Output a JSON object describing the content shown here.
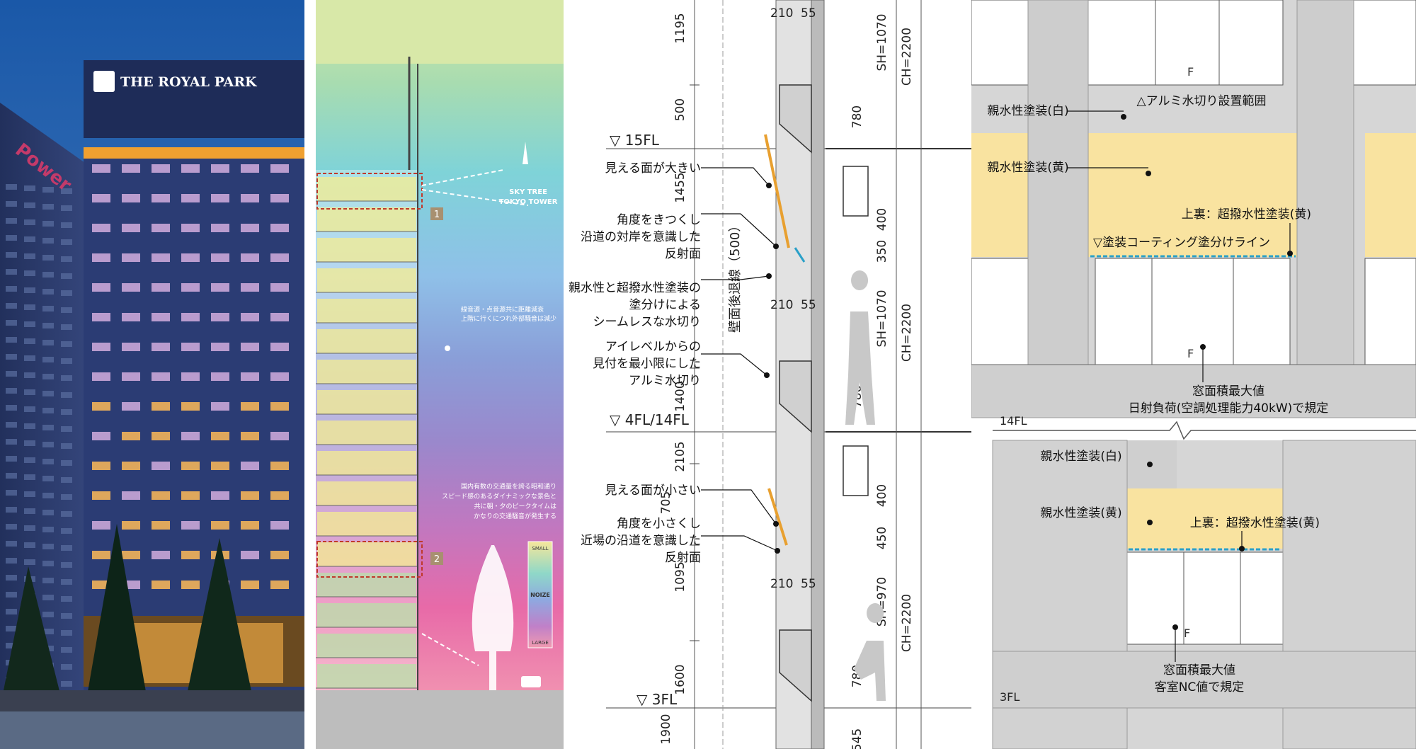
{
  "photo": {
    "sign_text": "THE ROYAL PARK",
    "side_sign": "Power"
  },
  "noise_diagram": {
    "marker_1": "1",
    "marker_2": "2",
    "skytree_lines": [
      "SKY TREE",
      "TOKYO TOWER"
    ],
    "note_mid_lines": [
      "線音源・点音源共に距離減衰",
      "上階に行くにつれ外部騒音は減少"
    ],
    "note_low_lines": [
      "国内有数の交通量を誇る昭和通り",
      "スピード感のあるダイナミックな景色と",
      "共に朝・夕のピークタイムは",
      "かなりの交通騒音が発生する"
    ],
    "legend": {
      "top": "SMALL",
      "mid": "NOIZE",
      "bottom": "LARGE"
    }
  },
  "section": {
    "floors": {
      "fl15": "▽ 15FL",
      "fl14": "▽ 4FL/14FL",
      "fl3": "▽ 3FL"
    },
    "dims_left": [
      "1195",
      "500",
      "1455",
      "1400",
      "2105",
      "705",
      "1095",
      "1600",
      "1900"
    ],
    "dims_top": [
      "210",
      "55",
      "210",
      "55",
      "210",
      "55"
    ],
    "dims_right": {
      "sh1": "SH=1070",
      "ch1": "CH=2200",
      "sh2": "SH=1070",
      "ch2": "CH=2200",
      "sh3": "SH=970",
      "ch3": "CH=2200"
    },
    "dims_right_vals": [
      "780",
      "400",
      "350",
      "780",
      "400",
      "450",
      "780",
      "545"
    ],
    "vertical_label": "壁面後退線（500）",
    "annotations": {
      "a1": "見える面が大きい",
      "a2_lines": [
        "角度をきつくし",
        "沿道の対岸を意識した",
        "反射面"
      ],
      "a3_lines": [
        "親水性と超撥水性塗装の",
        "塗分けによる",
        "シームレスな水切り"
      ],
      "a4_lines": [
        "アイレベルからの",
        "見付を最小限にした",
        "アルミ水切り"
      ],
      "a5": "見える面が小さい",
      "a6_lines": [
        "角度を小さくし",
        "近場の沿道を意識した",
        "反射面"
      ]
    }
  },
  "elevation": {
    "upper": {
      "label_range": "△アルミ水切り設置範囲",
      "white_paint": "親水性塗装(白)",
      "yellow_paint": "親水性塗装(黄)",
      "soffit": "上裏：超撥水性塗装(黄)",
      "coating_line": "▽塗装コーティング塗分けライン",
      "max_area_lines": [
        "窓面積最大値",
        "日射負荷(空調処理能力40kW)で規定"
      ],
      "floor": "14FL",
      "f_mark": "F"
    },
    "lower": {
      "white_paint": "親水性塗装(白)",
      "yellow_paint": "親水性塗装(黄)",
      "soffit": "上裏：超撥水性塗装(黄)",
      "max_area_lines": [
        "窓面積最大値",
        "客室NC値で規定"
      ],
      "floor": "3FL",
      "f_mark": "F"
    }
  },
  "colors": {
    "sky": "#1f5fa8",
    "facade_blue": "#2c3f78",
    "warm_window": "#f2b35a",
    "paint_yellow": "#f9e3a0",
    "concrete_grey": "#d6d6d6",
    "coating_line": "#2aa0c8",
    "orange_panel": "#e8a030"
  }
}
